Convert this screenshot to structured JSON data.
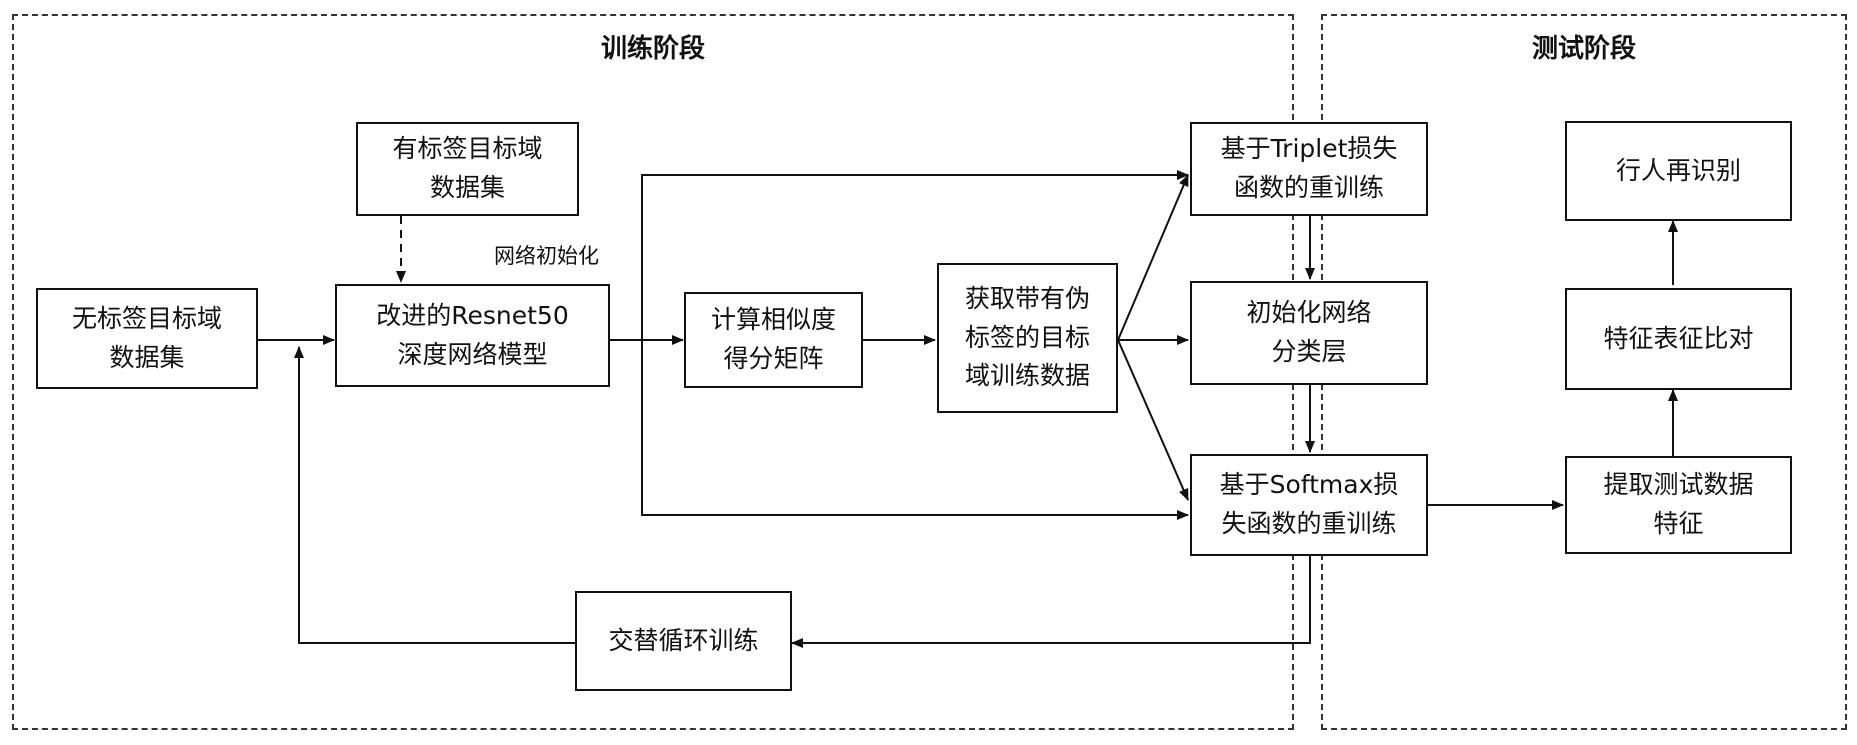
{
  "stages": {
    "train": {
      "title": "训练阶段"
    },
    "test": {
      "title": "测试阶段"
    }
  },
  "nodes": {
    "labeled_dataset": {
      "label": "有标签目标域\n数据集"
    },
    "unlabeled_dataset": {
      "label": "无标签目标域\n数据集"
    },
    "resnet_model": {
      "label": "改进的Resnet50\n深度网络模型"
    },
    "similarity_matrix": {
      "label": "计算相似度\n得分矩阵"
    },
    "pseudo_label_data": {
      "label": "获取带有伪\n标签的目标\n域训练数据"
    },
    "triplet_retrain": {
      "label": "基于Triplet损失\n函数的重训练"
    },
    "init_classifier": {
      "label": "初始化网络\n分类层"
    },
    "softmax_retrain": {
      "label": "基于Softmax损\n失函数的重训练"
    },
    "alternate_training": {
      "label": "交替循环训练"
    },
    "extract_features": {
      "label": "提取测试数据\n特征"
    },
    "feature_compare": {
      "label": "特征表征比对"
    },
    "person_reid": {
      "label": "行人再识别"
    }
  },
  "edges": {
    "network_init": {
      "label": "网络初始化"
    }
  },
  "colors": {
    "line": "#111111",
    "border": "#333333",
    "background": "#ffffff"
  }
}
